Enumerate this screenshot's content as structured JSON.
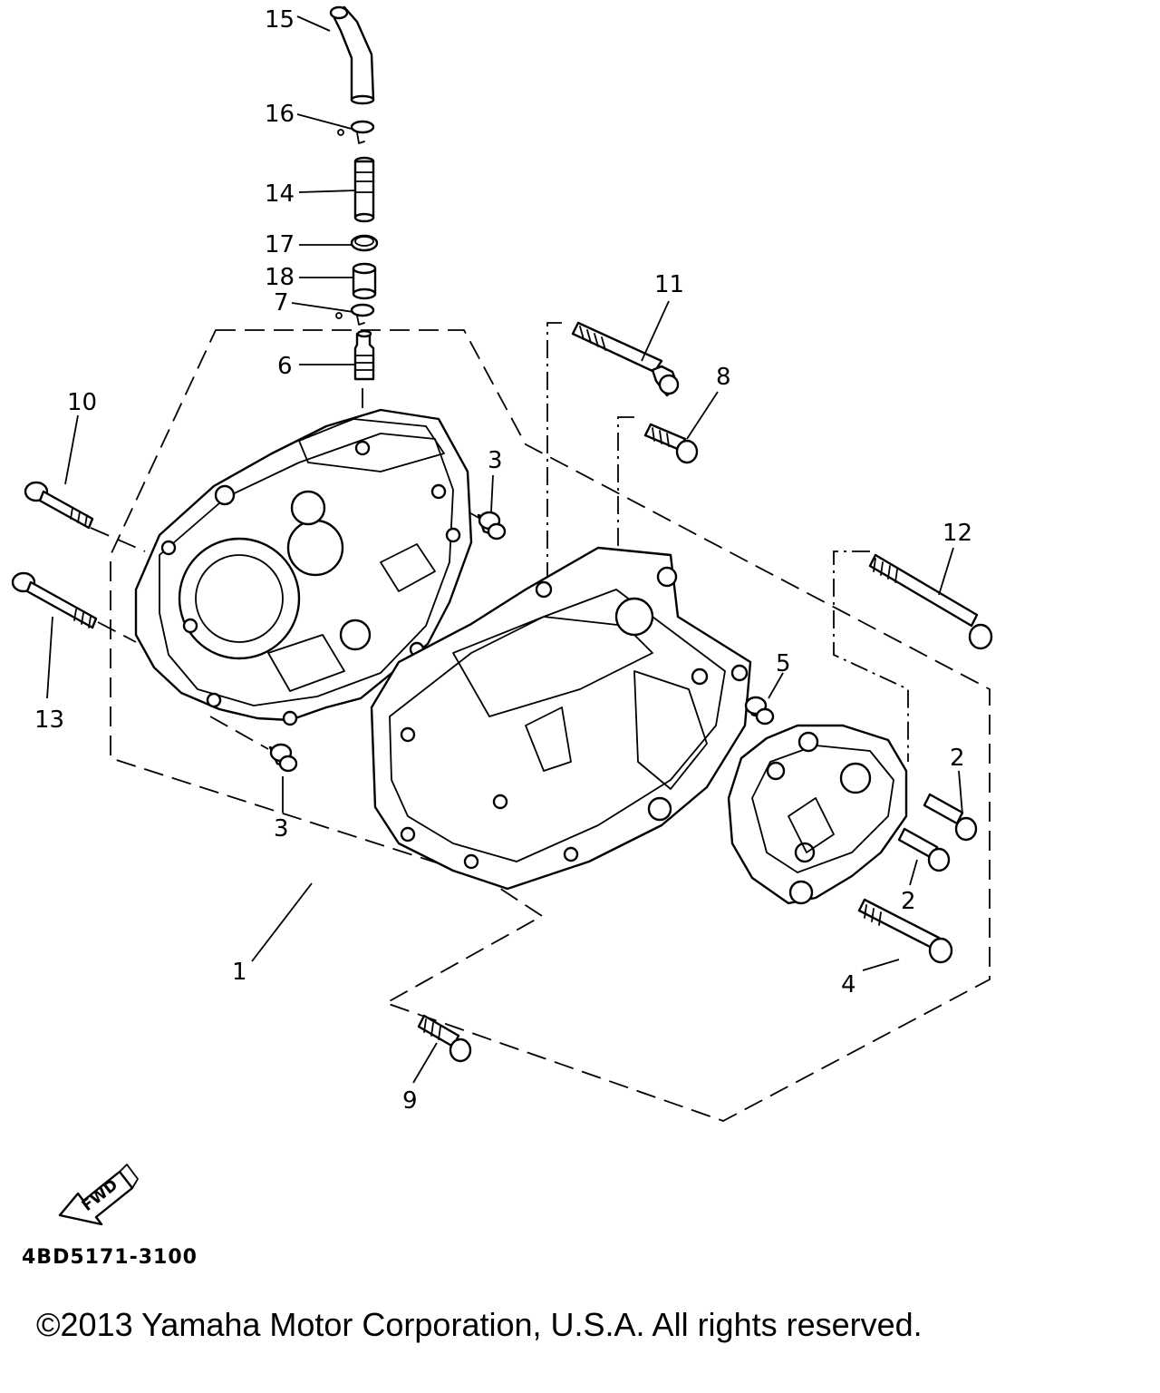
{
  "diagram": {
    "callouts": {
      "c1": "1",
      "c2a": "2",
      "c2b": "2",
      "c3a": "3",
      "c3b": "3",
      "c4": "4",
      "c5": "5",
      "c6": "6",
      "c7": "7",
      "c8": "8",
      "c9": "9",
      "c10": "10",
      "c11": "11",
      "c12": "12",
      "c13": "13",
      "c14": "14",
      "c15": "15",
      "c16": "16",
      "c17": "17",
      "c18": "18"
    },
    "fwd_label": "FWD",
    "code": "4BD5171-3100"
  },
  "footer": {
    "copyright": "©2013 Yamaha Motor Corporation, U.S.A. All rights reserved."
  }
}
